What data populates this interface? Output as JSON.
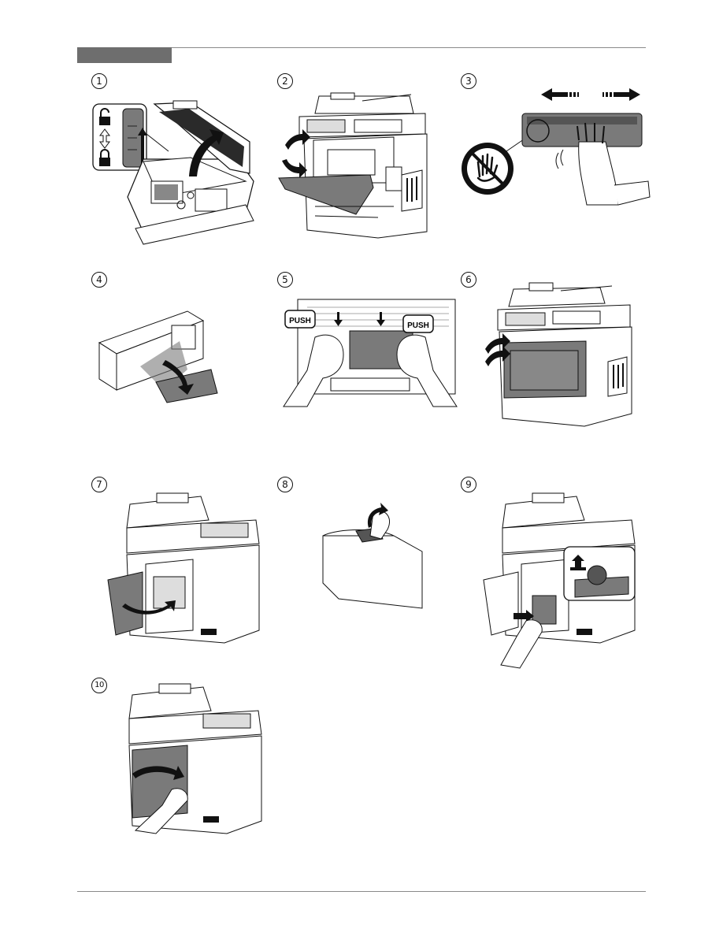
{
  "steps": [
    {
      "number": "1",
      "icons": [
        "unlock-icon",
        "lock-icon",
        "up-down-arrow-icon",
        "open-cover-arrow-icon"
      ]
    },
    {
      "number": "2",
      "icons": [
        "open-front-cover-arrow-icon"
      ]
    },
    {
      "number": "3",
      "icons": [
        "shake-left-arrow-icon",
        "shake-right-arrow-icon",
        "do-not-touch-icon"
      ]
    },
    {
      "number": "4",
      "icons": [
        "peel-seal-arrow-icon"
      ]
    },
    {
      "number": "5",
      "icons": [
        "push-arrow-icon"
      ],
      "labels": [
        "PUSH",
        "PUSH"
      ]
    },
    {
      "number": "6",
      "icons": [
        "close-front-cover-arrow-icon"
      ]
    },
    {
      "number": "7",
      "icons": [
        "open-side-cover-arrow-icon"
      ]
    },
    {
      "number": "8",
      "icons": [
        "cap-close-arrow-icon"
      ]
    },
    {
      "number": "9",
      "icons": [
        "insert-arrow-icon"
      ]
    },
    {
      "number": "10",
      "icons": [
        "close-side-cover-arrow-icon"
      ]
    }
  ],
  "colors": {
    "rule": "#8a8a8a",
    "header_tab": "#6e6e6e",
    "ink": "#111111",
    "shade": "#7a7a7a"
  }
}
